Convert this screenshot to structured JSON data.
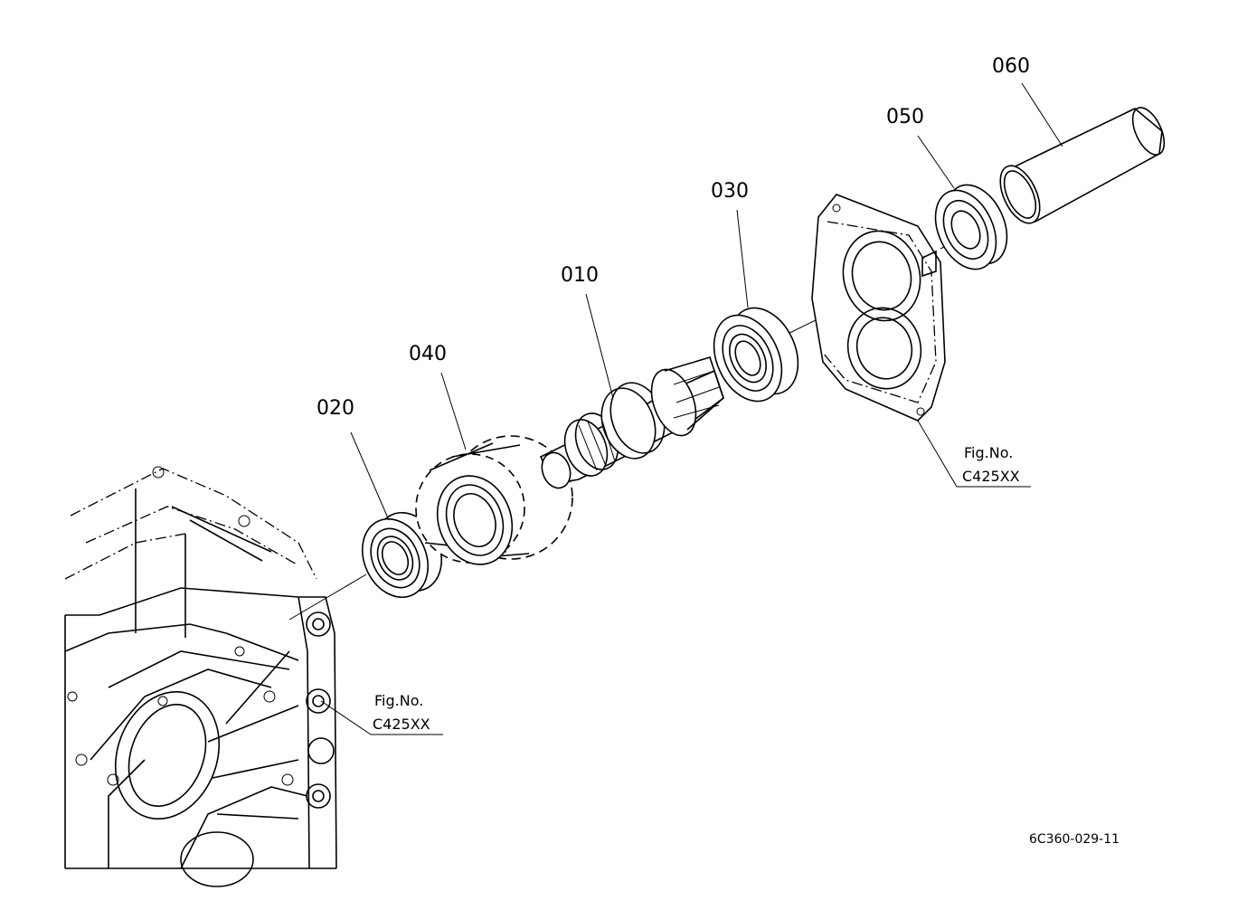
{
  "diagram": {
    "parts": [
      {
        "number": "010"
      },
      {
        "number": "020"
      },
      {
        "number": "030"
      },
      {
        "number": "040"
      },
      {
        "number": "050"
      },
      {
        "number": "060"
      }
    ],
    "figure_refs": [
      {
        "label": "Fig.No.",
        "code": "C425XX"
      },
      {
        "label": "Fig.No.",
        "code": "C425XX"
      }
    ],
    "drawing_code": "6C360-029-11",
    "colors": {
      "line": "#000000",
      "background": "#ffffff"
    }
  }
}
